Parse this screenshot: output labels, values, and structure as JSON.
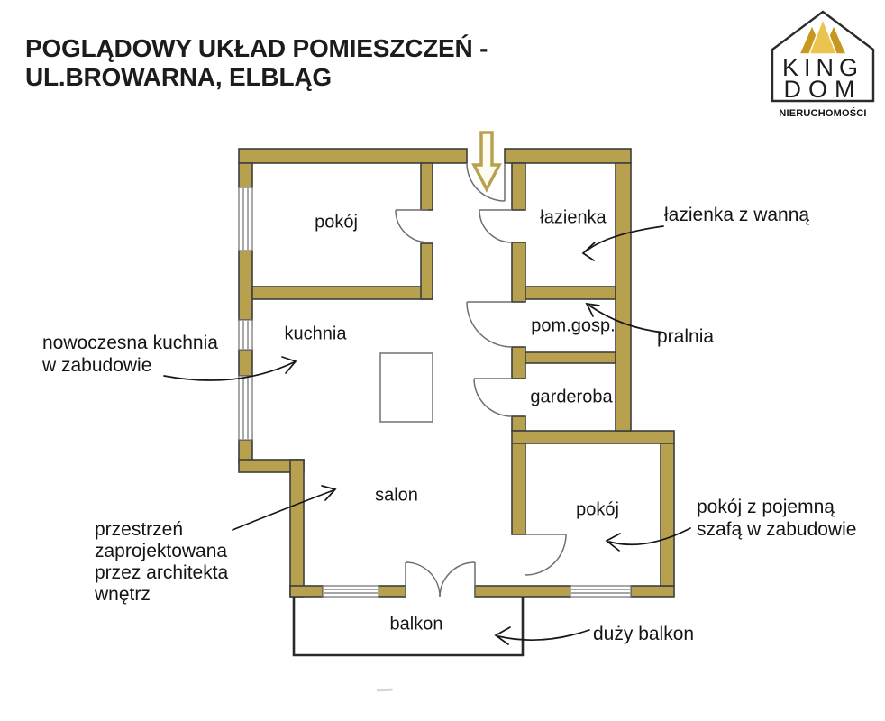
{
  "header": {
    "title_line1": "POGLĄDOWY UKŁAD POMIESZCZEŃ -",
    "title_line2": "UL.BROWARNA, ELBLĄG"
  },
  "logo": {
    "brand_line1": "KING",
    "brand_line2": "DOM",
    "subtitle": "NIERUCHOMOŚCI",
    "crown_gold_dark": "#c8981e",
    "crown_gold_light": "#eac44f"
  },
  "floor_plan": {
    "wall_color": "#b7a14f",
    "wall_outline_color": "#3e3e3e",
    "entrance_arrow_color": "#b7a14f",
    "rooms": [
      {
        "id": "pokoj-top",
        "label": "pokój"
      },
      {
        "id": "lazienka",
        "label": "łazienka"
      },
      {
        "id": "kuchnia",
        "label": "kuchnia"
      },
      {
        "id": "pom-gosp",
        "label": "pom.gosp."
      },
      {
        "id": "garderoba",
        "label": "garderoba"
      },
      {
        "id": "salon",
        "label": "salon"
      },
      {
        "id": "pokoj-bottom",
        "label": "pokój"
      },
      {
        "id": "balkon",
        "label": "balkon"
      }
    ],
    "annotations": [
      {
        "id": "lazienka-z-wanna",
        "text": "łazienka z wanną"
      },
      {
        "id": "nowoczesna-kuchnia",
        "text": "nowoczesna kuchnia\nw zabudowie"
      },
      {
        "id": "pralnia",
        "text": "pralnia"
      },
      {
        "id": "przestrzen",
        "text": "przestrzeń\nzaprojektowana\nprzez architekta\nwnętrz"
      },
      {
        "id": "pokoj-z-szafa",
        "text": "pokój z pojemną\nszafą w zabudowie"
      },
      {
        "id": "duzy-balkon",
        "text": "duży balkon"
      }
    ]
  }
}
